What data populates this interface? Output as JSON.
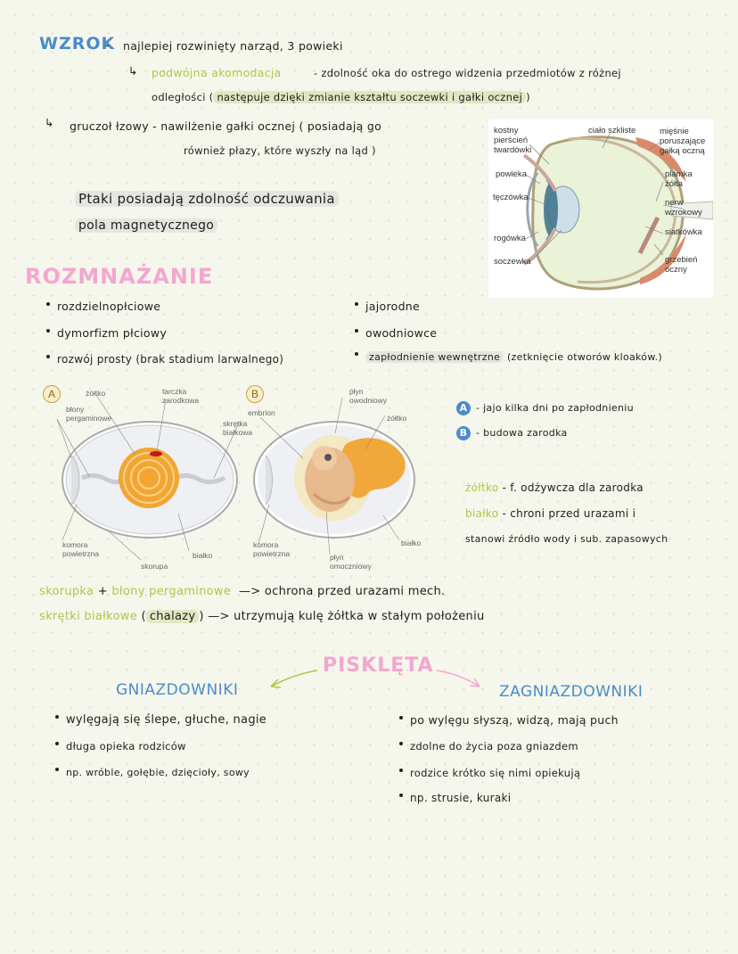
{
  "wzrok": {
    "title": "WZROK",
    "dash": "-",
    "line1": "najlepiej rozwinięty narząd, 3 powieki",
    "arrow1": "↳",
    "akomodacja_term": "podwójna akomodacja",
    "akomodacja_desc": "- zdolność oka do ostrego widzenia przedmiotów z różnej",
    "line2_a": "odległości (",
    "line2_b": "następuje dzięki zmianie kształtu soczewki i gałki ocznej",
    "line2_c": ")",
    "arrow2": "↳",
    "gruczol": "gruczoł łzowy - nawilżenie gałki ocznej ( posiadają go",
    "gruczol_2": "również płazy, które wyszły na ląd )",
    "ptaki_1": "Ptaki posiadają zdolność odczuwania",
    "ptaki_2": "pola magnetycznego"
  },
  "eye_diagram": {
    "labels": {
      "kostny": "kostny\npierścień\ntwardówki",
      "powieka": "powieka",
      "teczowka": "tęczówka",
      "rogowka": "rogówka",
      "soczewka": "soczewka",
      "cialo": "ciało szkliste",
      "miesnie": "mięśnie\nporuszające\ngałką oczną",
      "plamka": "plamka\nżółta",
      "nerw": "nerw\nwzrokowy",
      "siatkowka": "siatkówka",
      "grzebien": "grzebień\noczny"
    }
  },
  "rozmnazanie": {
    "title": "ROZMNAŻANIE",
    "left": [
      "rozdzielnopłciowe",
      "dymorfizm płciowy",
      "rozwój prosty (brak stadium larwalnego)"
    ],
    "right": [
      "jajorodne",
      "owodniowce"
    ],
    "right3_hl": "zapłodnienie wewnętrzne",
    "right3_rest": "(zetknięcie otworów kloaków.)"
  },
  "egg_diagram": {
    "A": "A",
    "B": "B",
    "labels": {
      "zoltko_a": "żółtko",
      "tarczka": "tarczka\nzarodkowa",
      "blony": "błony\npergaminowe",
      "skretka": "skrętka\nbiałkowa",
      "komora_a": "komora\npowietrzna",
      "skorupa": "skorupa",
      "bialko_a": "białko",
      "embrion": "embrion",
      "plyn_owod": "płyn\nowodniowy",
      "zoltko_b": "żółtko",
      "komora_b": "komora\npowietrzna",
      "plyn_omocz": "płyn\nomoczniowy",
      "bialko_b": "białko"
    }
  },
  "legend": {
    "A": "A",
    "A_text": "- jajo kilka dni po zapłodnieniu",
    "B": "B",
    "B_text": "- budowa zarodka",
    "zoltko_term": "żółtko",
    "zoltko_desc": "- f. odżywcza dla zarodka",
    "bialko_term": "białko",
    "bialko_desc": "- chroni przed urazami i",
    "bialko_desc2": "stanowi źródło wody i sub. zapasowych"
  },
  "skorupka": {
    "term1": "skorupka",
    "plus": "+",
    "term2": "błony pergaminowe",
    "desc1": "—> ochrona przed urazami mech.",
    "term3": "skrętki białkowe",
    "halazy_open": "(",
    "halazy": "chalazy",
    "halazy_close": ")",
    "desc2": "—> utrzymują kulę żółtka w stałym położeniu"
  },
  "piskleta": {
    "title": "PISKLĘTA",
    "left_title": "GNIAZDOWNIKI",
    "right_title": "ZAGNIAZDOWNIKI",
    "left": [
      "wylęgają się ślepe, głuche, nagie",
      "długa opieka rodziców",
      "np. wróble, gołębie, dzięcioły, sowy"
    ],
    "right": [
      "po wylęgu słyszą, widzą, mają puch",
      "zdolne do życia poza gniazdem",
      "rodzice krótko się nimi opiekują",
      "np. strusie, kuraki"
    ]
  },
  "colors": {
    "blue": "#4a8cc9",
    "green": "#a8c84a",
    "pink": "#f5a6cf",
    "highlight": "#dfe8c2",
    "background": "#f6f7ec"
  }
}
